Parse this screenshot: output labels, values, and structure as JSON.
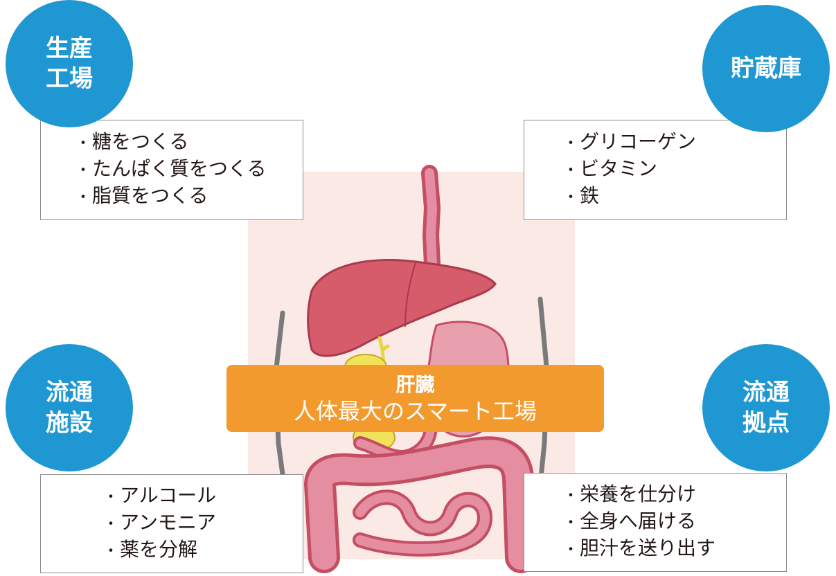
{
  "colors": {
    "circle": "#1f97d2",
    "banner": "#f29a2e",
    "panel_bg": "#fbe9e5",
    "liver": "#d65c6c",
    "stomach": "#e8a0ae",
    "intestine": "#e58da1",
    "gallbladder": "#f2e25a",
    "ribs": "#7a7a7a"
  },
  "categories": [
    {
      "label_lines": [
        "生産",
        "工場"
      ],
      "items": [
        "糖をつくる",
        "たんぱく質をつくる",
        "脂質をつくる"
      ]
    },
    {
      "label_lines": [
        "貯蔵庫"
      ],
      "items": [
        "グリコーゲン",
        "ビタミン",
        "鉄"
      ]
    },
    {
      "label_lines": [
        "流通",
        "施設"
      ],
      "items": [
        "アルコール",
        "アンモニア",
        "薬を分解"
      ]
    },
    {
      "label_lines": [
        "流通",
        "拠点"
      ],
      "items": [
        "栄養を仕分け",
        "全身へ届ける",
        "胆汁を送り出す"
      ]
    }
  ],
  "center": {
    "title": "肝臓",
    "subtitle": "人体最大のスマート工場"
  },
  "icons": {
    "illustration": "digestive-organs-illustration"
  }
}
